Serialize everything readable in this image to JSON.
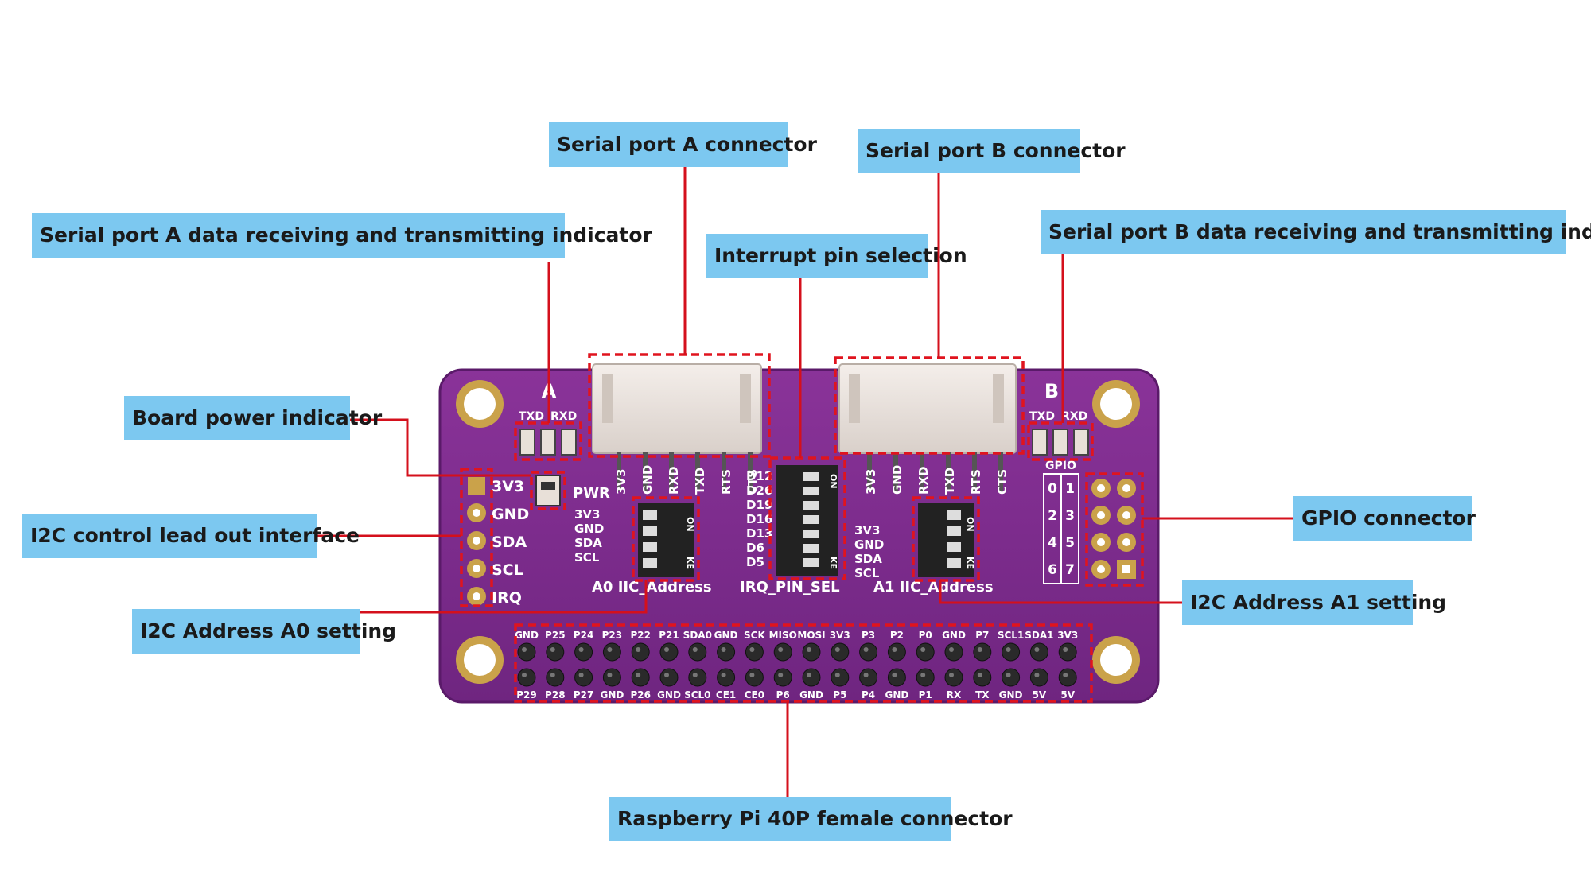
{
  "callouts": {
    "serial_a_connector": "Serial port A connector",
    "serial_b_connector": "Serial port B connector",
    "serial_a_indicator": "Serial port A data receiving and transmitting indicator",
    "serial_b_indicator": "Serial port B data receiving and transmitting indicator",
    "interrupt_pin_selection": "Interrupt pin selection",
    "board_power_indicator": "Board power indicator",
    "i2c_lead_out": "I2C control lead out interface",
    "gpio_connector": "GPIO connector",
    "i2c_address_a0": "I2C Address A0 setting",
    "i2c_address_a1": "I2C Address A1 setting",
    "rpi_40p": "Raspberry Pi 40P female connector"
  },
  "silkscreen": {
    "port_a": "A",
    "port_b": "B",
    "txd": "TXD",
    "rxd": "RXD",
    "pwr": "PWR",
    "gpio": "GPIO",
    "i2c_pins": [
      "3V3",
      "GND",
      "SDA",
      "SCL",
      "IRQ"
    ],
    "serial_pins": [
      "3V3",
      "GND",
      "RXD",
      "TXD",
      "RTS",
      "CTS"
    ],
    "addr_pins": [
      "3V3",
      "GND",
      "SDA",
      "SCL"
    ],
    "irq_pins": [
      "D12",
      "D26",
      "D19",
      "D16",
      "D13",
      "D6",
      "D5"
    ],
    "a0_label": "A0 IIC_Address",
    "a1_label": "A1 IIC_Address",
    "irq_label": "IRQ_PIN_SEL",
    "gpio_numbers": [
      "0",
      "1",
      "2",
      "3",
      "4",
      "5",
      "6",
      "7"
    ],
    "header_top": [
      "GND",
      "P25",
      "P24",
      "P23",
      "P22",
      "P21",
      "SDA0",
      "GND",
      "SCK",
      "MISO",
      "MOSI",
      "3V3",
      "P3",
      "P2",
      "P0",
      "GND",
      "P7",
      "SCL1",
      "SDA1",
      "3V3"
    ],
    "header_bottom": [
      "P29",
      "P28",
      "P27",
      "GND",
      "P26",
      "GND",
      "SCL0",
      "CE1",
      "CE0",
      "P6",
      "GND",
      "P5",
      "P4",
      "GND",
      "P1",
      "RX",
      "TX",
      "GND",
      "5V",
      "5V"
    ],
    "dip_on": "ON",
    "dip_ke": "KE"
  },
  "colors": {
    "board": "#7d2c8c",
    "callout_bg": "#7cc8f0",
    "leader": "#d4101c",
    "highlight": "#e0141e"
  }
}
